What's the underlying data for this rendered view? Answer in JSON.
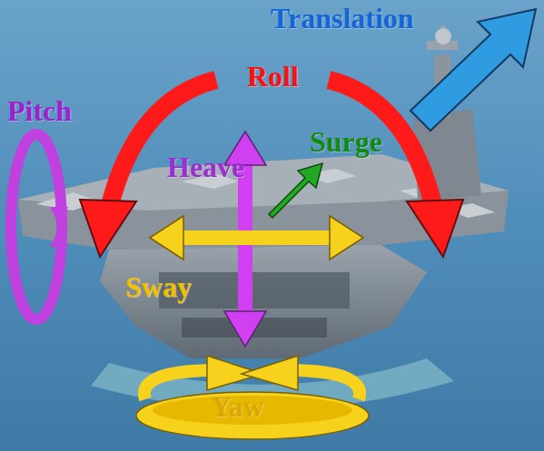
{
  "diagram": {
    "labels": [
      "Translation",
      "Roll",
      "Pitch",
      "Surge",
      "Heave",
      "Sway",
      "Yaw"
    ]
  }
}
